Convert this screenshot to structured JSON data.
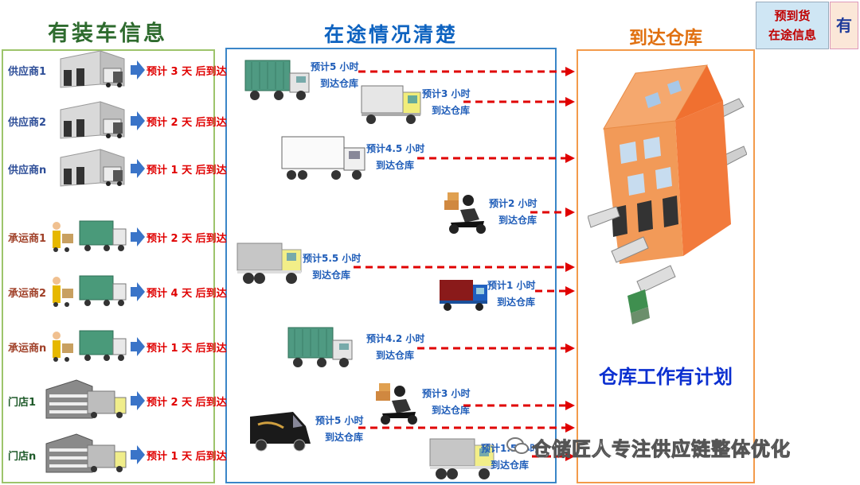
{
  "headers": {
    "loading_info": "有装车信息",
    "in_transit": "在途情况清楚",
    "arrive_warehouse": "到达仓库",
    "info_box_line1": "预到货",
    "info_box_line2": "在途信息",
    "tail_box": "有"
  },
  "loading_rows": [
    {
      "label": "供应商1",
      "eta": "预计 3 天 后到达",
      "kind": "supplier"
    },
    {
      "label": "供应商2",
      "eta": "预计 2 天 后到达",
      "kind": "supplier"
    },
    {
      "label": "供应商n",
      "eta": "预计 1 天 后到达",
      "kind": "supplier"
    },
    {
      "label": "承运商1",
      "eta": "预计 2 天 后到达",
      "kind": "carrier"
    },
    {
      "label": "承运商2",
      "eta": "预计 4 天 后到达",
      "kind": "carrier"
    },
    {
      "label": "承运商n",
      "eta": "预计 1 天 后到达",
      "kind": "carrier"
    },
    {
      "label": "门店1",
      "eta": "预计 2 天 后到达",
      "kind": "store"
    },
    {
      "label": "门店n",
      "eta": "预计 1 天 后到达",
      "kind": "store"
    }
  ],
  "transit_items": [
    {
      "line1": "预计5 小时",
      "line2": "到达仓库",
      "vehicle": "green-container-truck"
    },
    {
      "line1": "预计3 小时",
      "line2": "到达仓库",
      "vehicle": "yellow-van-truck"
    },
    {
      "line1": "预计4.5 小时",
      "line2": "到达仓库",
      "vehicle": "white-semi-truck"
    },
    {
      "line1": "预计2 小时",
      "line2": "到达仓库",
      "vehicle": "delivery-scooter"
    },
    {
      "line1": "预计5.5 小时",
      "line2": "到达仓库",
      "vehicle": "grey-box-truck"
    },
    {
      "line1": "预计1 小时",
      "line2": "到达仓库",
      "vehicle": "red-blue-truck"
    },
    {
      "line1": "预计4.2 小时",
      "line2": "到达仓库",
      "vehicle": "green-container-truck"
    },
    {
      "line1": "预计3 小时",
      "line2": "到达仓库",
      "vehicle": "delivery-scooter"
    },
    {
      "line1": "预计5 小时",
      "line2": "到达仓库",
      "vehicle": "black-delivery-van"
    },
    {
      "line1": "预计1.5 小时",
      "line2": "到达仓库",
      "vehicle": "grey-box-truck"
    }
  ],
  "warehouse": {
    "plan_text": "仓库工作有计划",
    "icon": "warehouse-building-icon"
  },
  "watermark": "仓储匠人专注供应链整体优化",
  "colors": {
    "left_border": "#9dc46b",
    "mid_border": "#3a86c8",
    "right_border": "#f39a4a",
    "eta_red": "#e00000",
    "transit_blue": "#1e5cb8",
    "plan_blue": "#0b2fd0"
  }
}
